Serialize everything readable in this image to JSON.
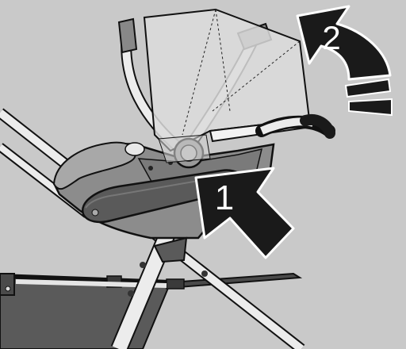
{
  "illustration": {
    "background_color": "#c9c9c9",
    "steps": [
      {
        "number": "1",
        "action": "press-in",
        "icon": "push-arrow-icon"
      },
      {
        "number": "2",
        "action": "rotate-canopy",
        "icon": "curved-arrow-icon"
      }
    ],
    "colors": {
      "outline": "#111111",
      "seat_shell": "#8c8c8c",
      "seat_dark": "#5a5a5a",
      "frame": "#ececec",
      "canopy": "#dcdcdc",
      "arrow": "#1a1a1a",
      "basket": "#555555"
    }
  }
}
